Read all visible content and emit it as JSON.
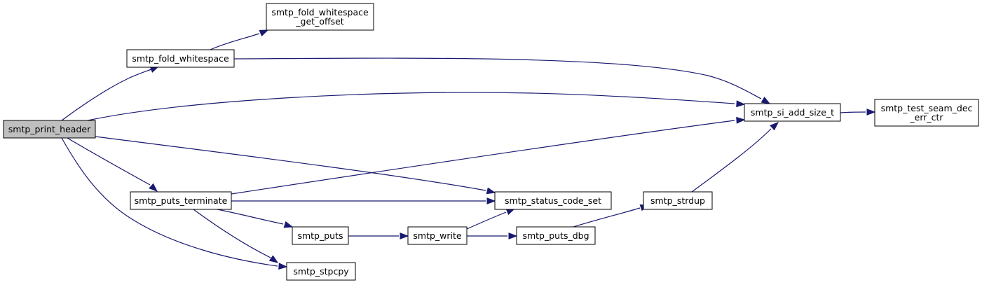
{
  "colors": {
    "edge": "#191970",
    "node_fill": "#ffffff",
    "root_fill": "#bfbfbf",
    "node_border": "#000000"
  },
  "nodes": [
    {
      "id": "print_header",
      "lines": [
        "smtp_print_header"
      ],
      "root": true
    },
    {
      "id": "fold_ws",
      "lines": [
        "smtp_fold_whitespace"
      ]
    },
    {
      "id": "fold_ws_off",
      "lines": [
        "smtp_fold_whitespace",
        "_get_offset"
      ]
    },
    {
      "id": "si_add",
      "lines": [
        "smtp_si_add_size_t"
      ]
    },
    {
      "id": "test_seam",
      "lines": [
        "smtp_test_seam_dec",
        "_err_ctr"
      ]
    },
    {
      "id": "puts_term",
      "lines": [
        "smtp_puts_terminate"
      ]
    },
    {
      "id": "status_set",
      "lines": [
        "smtp_status_code_set"
      ]
    },
    {
      "id": "strdup",
      "lines": [
        "smtp_strdup"
      ]
    },
    {
      "id": "puts",
      "lines": [
        "smtp_puts"
      ]
    },
    {
      "id": "write",
      "lines": [
        "smtp_write"
      ]
    },
    {
      "id": "puts_dbg",
      "lines": [
        "smtp_puts_dbg"
      ]
    },
    {
      "id": "stpcpy",
      "lines": [
        "smtp_stpcpy"
      ]
    }
  ],
  "edges": [
    {
      "from": "print_header",
      "to": "fold_ws"
    },
    {
      "from": "print_header",
      "to": "si_add"
    },
    {
      "from": "print_header",
      "to": "puts_term"
    },
    {
      "from": "print_header",
      "to": "status_set"
    },
    {
      "from": "print_header",
      "to": "stpcpy"
    },
    {
      "from": "fold_ws",
      "to": "fold_ws_off"
    },
    {
      "from": "fold_ws",
      "to": "si_add"
    },
    {
      "from": "si_add",
      "to": "test_seam"
    },
    {
      "from": "puts_term",
      "to": "si_add"
    },
    {
      "from": "puts_term",
      "to": "status_set"
    },
    {
      "from": "puts_term",
      "to": "puts"
    },
    {
      "from": "puts_term",
      "to": "stpcpy"
    },
    {
      "from": "puts",
      "to": "write"
    },
    {
      "from": "write",
      "to": "status_set"
    },
    {
      "from": "write",
      "to": "puts_dbg"
    },
    {
      "from": "puts_dbg",
      "to": "strdup"
    },
    {
      "from": "strdup",
      "to": "si_add"
    }
  ]
}
